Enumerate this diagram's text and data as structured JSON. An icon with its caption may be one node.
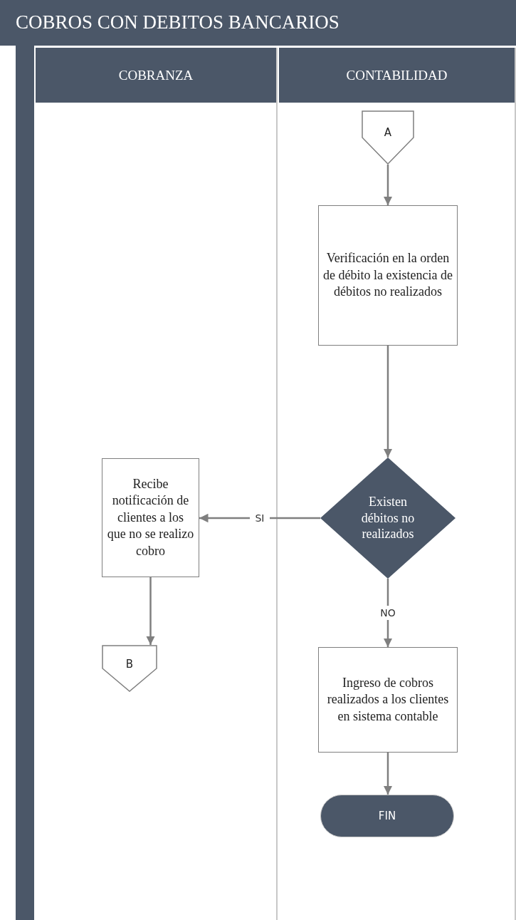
{
  "diagram": {
    "title": "COBROS CON DEBITOS BANCARIOS",
    "nodes": [
      {
        "text": [
          "COBRANZA"
        ]
      },
      {
        "text": [
          "CONTABILIDAD"
        ]
      },
      {
        "text": [
          "A"
        ],
        "in": 1
      },
      {
        "text": [
          "Verificación en la orden de débito la existencia de débitos no realizados"
        ],
        "in": 1
      },
      {
        "text": [
          "Existen débitos no realizados"
        ],
        "in": 1
      },
      {
        "text": [
          "Recibe notificación de clientes a los que no se realizo cobro"
        ],
        "in": 0
      },
      {
        "text": [
          "B"
        ],
        "in": 0
      },
      {
        "text": [
          "Ingreso de cobros realizados a los clientes en sistema contable"
        ],
        "in": 1
      },
      {
        "text": [
          "FIN"
        ],
        "in": 1
      }
    ],
    "edges": [
      {
        "from": 2,
        "to": 3,
        "arrow": "to"
      },
      {
        "from": 3,
        "to": 4,
        "arrow": "to"
      },
      {
        "from": 4,
        "to": 5,
        "arrow": "to",
        "label": "SI"
      },
      {
        "from": 4,
        "to": 7,
        "arrow": "to",
        "label": "NO"
      },
      {
        "from": 5,
        "to": 6,
        "arrow": "to"
      },
      {
        "from": 7,
        "to": 8,
        "arrow": "to"
      }
    ]
  }
}
